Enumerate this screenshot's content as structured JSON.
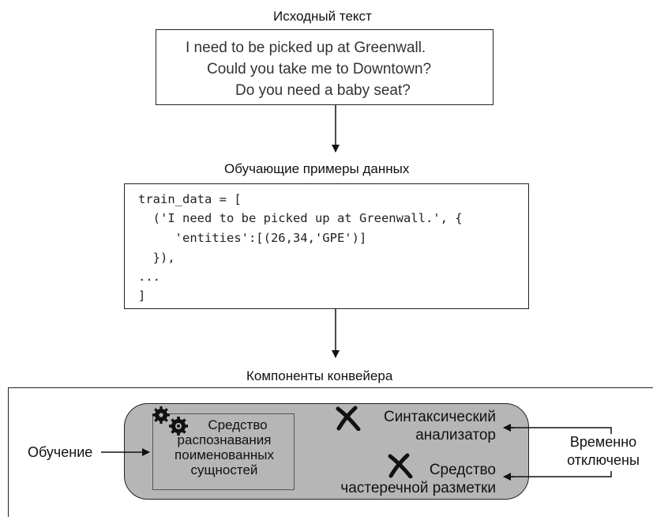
{
  "source": {
    "title": "Исходный текст",
    "lines": [
      "I need to be picked up at Greenwall.",
      "Could you take me to Downtown?",
      "Do you need a baby seat?"
    ]
  },
  "training": {
    "title": "Обучающие примеры данных",
    "code": [
      "train_data = [",
      "  ('I need to be picked up at Greenwall.', {",
      "     'entities':[(26,34,'GPE')]",
      "  }),",
      "...",
      "]"
    ]
  },
  "pipeline": {
    "title": "Компоненты конвейера",
    "ner": {
      "lines": [
        "Средство",
        "распознавания",
        "поименованных",
        "сущностей"
      ],
      "icon": "gears-icon"
    },
    "parser": {
      "lines": [
        "Синтаксический",
        "анализатор"
      ],
      "icon": "x-mark-icon"
    },
    "tagger": {
      "lines": [
        "Средство",
        "частеречной разметки"
      ],
      "icon": "x-mark-icon"
    },
    "training_label": "Обучение",
    "disabled_label": [
      "Временно",
      "отключены"
    ]
  }
}
